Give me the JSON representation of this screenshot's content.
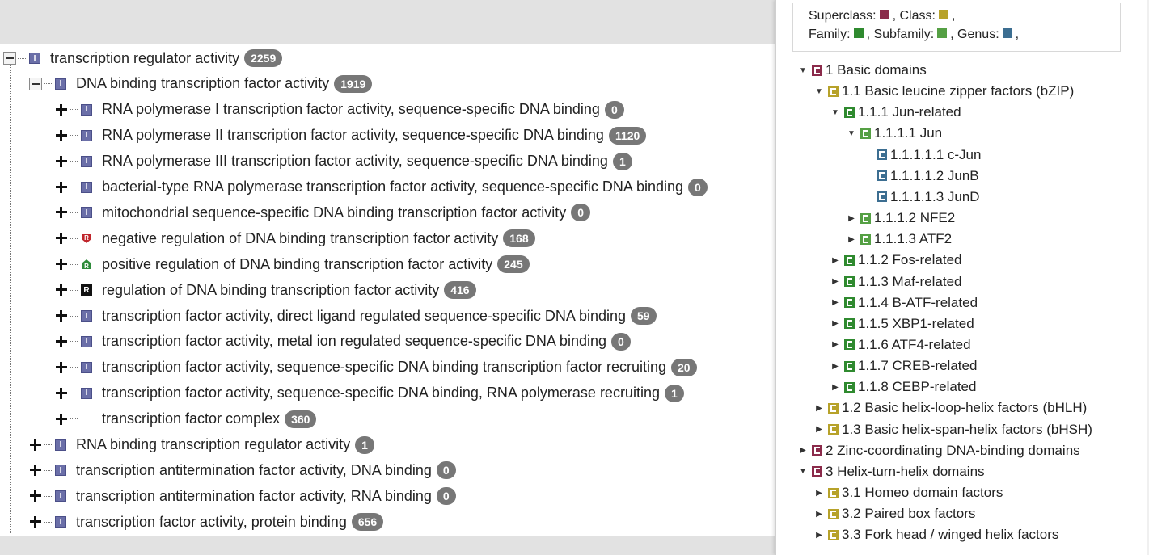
{
  "left_tree": {
    "root": {
      "label": "transcription regulator activity",
      "count": "2259",
      "icon": "I",
      "expanded": true
    },
    "dna_binding": {
      "label": "DNA binding transcription factor activity",
      "count": "1919",
      "icon": "I",
      "expanded": true
    },
    "children": [
      {
        "label": "RNA polymerase I transcription factor activity, sequence-specific DNA binding",
        "count": "0",
        "icon": "I"
      },
      {
        "label": "RNA polymerase II transcription factor activity, sequence-specific DNA binding",
        "count": "1120",
        "icon": "I"
      },
      {
        "label": "RNA polymerase III transcription factor activity, sequence-specific DNA binding",
        "count": "1",
        "icon": "I"
      },
      {
        "label": "bacterial-type RNA polymerase transcription factor activity, sequence-specific DNA binding",
        "count": "0",
        "icon": "I"
      },
      {
        "label": "mitochondrial sequence-specific DNA binding transcription factor activity",
        "count": "0",
        "icon": "I"
      },
      {
        "label": "negative regulation of DNA binding transcription factor activity",
        "count": "168",
        "icon": "R-negative"
      },
      {
        "label": "positive regulation of DNA binding transcription factor activity",
        "count": "245",
        "icon": "R-positive"
      },
      {
        "label": "regulation of DNA binding transcription factor activity",
        "count": "416",
        "icon": "R"
      },
      {
        "label": "transcription factor activity, direct ligand regulated sequence-specific DNA binding",
        "count": "59",
        "icon": "I"
      },
      {
        "label": "transcription factor activity, metal ion regulated sequence-specific DNA binding",
        "count": "0",
        "icon": "I"
      },
      {
        "label": "transcription factor activity, sequence-specific DNA binding transcription factor recruiting",
        "count": "20",
        "icon": "I"
      },
      {
        "label": "transcription factor activity, sequence-specific DNA binding, RNA polymerase recruiting",
        "count": "1",
        "icon": "I"
      },
      {
        "label": "transcription factor complex",
        "count": "360",
        "icon": "none"
      }
    ],
    "siblings": [
      {
        "label": "RNA binding transcription regulator activity",
        "count": "1",
        "icon": "I"
      },
      {
        "label": "transcription antitermination factor activity, DNA binding",
        "count": "0",
        "icon": "I"
      },
      {
        "label": "transcription antitermination factor activity, RNA binding",
        "count": "0",
        "icon": "I"
      },
      {
        "label": "transcription factor activity, protein binding",
        "count": "656",
        "icon": "I"
      }
    ]
  },
  "legend": {
    "superclass": "Superclass:",
    "class": ", Class:",
    "comma1": ",",
    "family": "Family:",
    "subfamily": ", Subfamily:",
    "genus": ", Genus:",
    "comma2": ","
  },
  "right_tree": [
    {
      "label": "1 Basic domains",
      "icon": "superclass-icon",
      "level": 0,
      "arrow": "expanded"
    },
    {
      "label": "1.1 Basic leucine zipper factors (bZIP)",
      "icon": "class-icon",
      "level": 1,
      "arrow": "expanded"
    },
    {
      "label": "1.1.1 Jun-related",
      "icon": "family-icon",
      "level": 2,
      "arrow": "expanded"
    },
    {
      "label": "1.1.1.1 Jun",
      "icon": "subfamily-icon",
      "level": 3,
      "arrow": "expanded"
    },
    {
      "label": "1.1.1.1.1 c-Jun",
      "icon": "genus-icon",
      "level": 4,
      "arrow": "none"
    },
    {
      "label": "1.1.1.1.2 JunB",
      "icon": "genus-icon",
      "level": 4,
      "arrow": "none"
    },
    {
      "label": "1.1.1.1.3 JunD",
      "icon": "genus-icon",
      "level": 4,
      "arrow": "none"
    },
    {
      "label": "1.1.1.2 NFE2",
      "icon": "subfamily-icon",
      "level": 3,
      "arrow": "collapsed"
    },
    {
      "label": "1.1.1.3 ATF2",
      "icon": "subfamily-icon",
      "level": 3,
      "arrow": "collapsed"
    },
    {
      "label": "1.1.2 Fos-related",
      "icon": "family-icon",
      "level": 2,
      "arrow": "collapsed"
    },
    {
      "label": "1.1.3 Maf-related",
      "icon": "family-icon",
      "level": 2,
      "arrow": "collapsed"
    },
    {
      "label": "1.1.4 B-ATF-related",
      "icon": "family-icon",
      "level": 2,
      "arrow": "collapsed"
    },
    {
      "label": "1.1.5 XBP1-related",
      "icon": "family-icon",
      "level": 2,
      "arrow": "collapsed"
    },
    {
      "label": "1.1.6 ATF4-related",
      "icon": "family-icon",
      "level": 2,
      "arrow": "collapsed"
    },
    {
      "label": "1.1.7 CREB-related",
      "icon": "family-icon",
      "level": 2,
      "arrow": "collapsed"
    },
    {
      "label": "1.1.8 CEBP-related",
      "icon": "family-icon",
      "level": 2,
      "arrow": "collapsed"
    },
    {
      "label": "1.2 Basic helix-loop-helix factors (bHLH)",
      "icon": "class-icon",
      "level": 1,
      "arrow": "collapsed"
    },
    {
      "label": "1.3 Basic helix-span-helix factors (bHSH)",
      "icon": "class-icon",
      "level": 1,
      "arrow": "collapsed"
    },
    {
      "label": "2 Zinc-coordinating DNA-binding domains",
      "icon": "superclass-icon",
      "level": 0,
      "arrow": "collapsed"
    },
    {
      "label": "3 Helix-turn-helix domains",
      "icon": "superclass-icon",
      "level": 0,
      "arrow": "expanded"
    },
    {
      "label": "3.1 Homeo domain factors",
      "icon": "class-icon",
      "level": 1,
      "arrow": "collapsed"
    },
    {
      "label": "3.2 Paired box factors",
      "icon": "class-icon",
      "level": 1,
      "arrow": "collapsed"
    },
    {
      "label": "3.3 Fork head / winged helix factors",
      "icon": "class-icon",
      "level": 1,
      "arrow": "collapsed"
    }
  ],
  "colors": {
    "badge": "#777777",
    "superclass": "#8b2b4b",
    "class": "#b7a22a",
    "family": "#2f8a2f",
    "subfamily": "#55a044",
    "genus": "#3c6e91",
    "term_icon": "#6b6fa8"
  }
}
